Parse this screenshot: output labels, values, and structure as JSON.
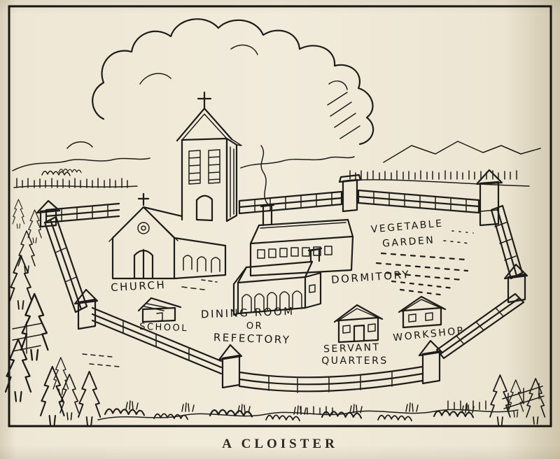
{
  "illustration": {
    "labels": {
      "church": "CHURCH",
      "school": "SCHOOL",
      "dining_room": "DINING ROOM",
      "or": "OR",
      "refectory": "REFECTORY",
      "dormitory": "DORMITORY",
      "vegetable": "VEGETABLE",
      "garden": "GARDEN",
      "servant": "SERVANT",
      "quarters": "QUARTERS",
      "workshop": "WORKSHOP"
    },
    "caption": "A CLOISTER"
  }
}
